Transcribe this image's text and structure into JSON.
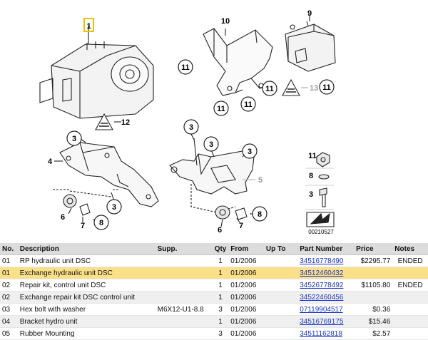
{
  "diagram": {
    "callouts": [
      "1",
      "12",
      "10",
      "9",
      "11",
      "11",
      "11",
      "11",
      "11",
      "13",
      "3",
      "3",
      "3",
      "3",
      "4",
      "5",
      "6",
      "7",
      "8",
      "6",
      "7",
      "8",
      "11",
      "8",
      "3"
    ],
    "diagram_code": "00210527"
  },
  "table": {
    "headers": {
      "no": "No.",
      "description": "Description",
      "supp": "Supp.",
      "qty": "Qty",
      "from": "From",
      "upto": "Up To",
      "part_number": "Part Number",
      "price": "Price",
      "notes": "Notes"
    },
    "rows": [
      {
        "no": "01",
        "description": "RP hydraulic unit DSC",
        "supp": "",
        "qty": "1",
        "from": "01/2006",
        "upto": "",
        "part_number": "34516778490",
        "price": "$2295.77",
        "notes": "ENDED"
      },
      {
        "no": "01",
        "description": "Exchange hydraulic unit DSC",
        "supp": "",
        "qty": "1",
        "from": "01/2006",
        "upto": "",
        "part_number": "34512460432",
        "price": "",
        "notes": ""
      },
      {
        "no": "02",
        "description": "Repair kit, control unit DSC",
        "supp": "",
        "qty": "1",
        "from": "01/2006",
        "upto": "",
        "part_number": "34526778492",
        "price": "$1105.80",
        "notes": "ENDED"
      },
      {
        "no": "02",
        "description": "Exchange repair kit DSC control unit",
        "supp": "",
        "qty": "1",
        "from": "01/2006",
        "upto": "",
        "part_number": "34522460456",
        "price": "",
        "notes": ""
      },
      {
        "no": "03",
        "description": "Hex bolt with washer",
        "supp": "M6X12-U1-8.8",
        "qty": "3",
        "from": "01/2006",
        "upto": "",
        "part_number": "07119904517",
        "price": "$0.36",
        "notes": ""
      },
      {
        "no": "04",
        "description": "Bracket hydro unit",
        "supp": "",
        "qty": "1",
        "from": "01/2006",
        "upto": "",
        "part_number": "34516769175",
        "price": "$15.46",
        "notes": ""
      },
      {
        "no": "05",
        "description": "Rubber Mounting",
        "supp": "",
        "qty": "3",
        "from": "01/2006",
        "upto": "",
        "part_number": "34511162818",
        "price": "$2.57",
        "notes": ""
      }
    ]
  },
  "colors": {
    "highlight_row": "#fbe08a",
    "callout_box": "#e6c200",
    "link": "#1a35c9",
    "header_bg": "#dcdcdc"
  }
}
